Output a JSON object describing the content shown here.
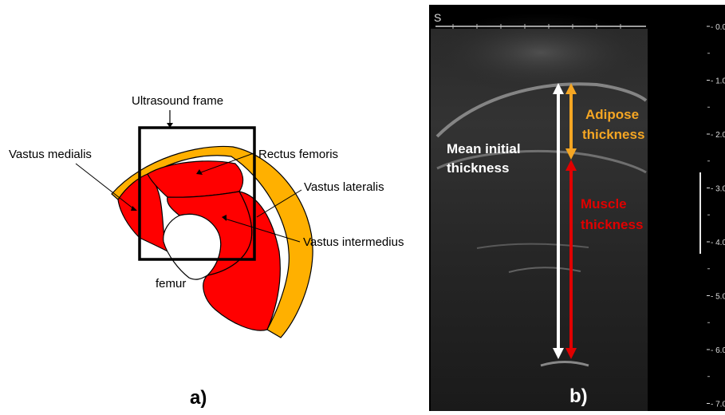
{
  "panel_a": {
    "caption": "a)",
    "labels": {
      "ultrasound_frame": "Ultrasound frame",
      "vastus_medialis": "Vastus medialis",
      "rectus_femoris": "Rectus femoris",
      "vastus_lateralis": "Vastus lateralis",
      "vastus_intermedius": "Vastus intermedius",
      "femur": "femur"
    },
    "colors": {
      "muscle": "#ff0000",
      "adipose": "#ffb000",
      "bone": "#ffffff",
      "outline": "#000000"
    }
  },
  "panel_b": {
    "caption": "b)",
    "labels": {
      "mean_initial_1": "Mean initial",
      "mean_initial_2": "thickness",
      "adipose_1": "Adipose",
      "adipose_2": "thickness",
      "muscle_1": "Muscle",
      "muscle_2": "thickness"
    },
    "depth_scale": [
      "0.0",
      "1.0",
      "2.0",
      "3.0",
      "4.0",
      "5.0",
      "6.0",
      "7.0"
    ],
    "probe_symbol": "S",
    "colors": {
      "adipose": "#f5a623",
      "muscle": "#e00000",
      "mean": "#ffffff",
      "background": "#000000"
    }
  }
}
